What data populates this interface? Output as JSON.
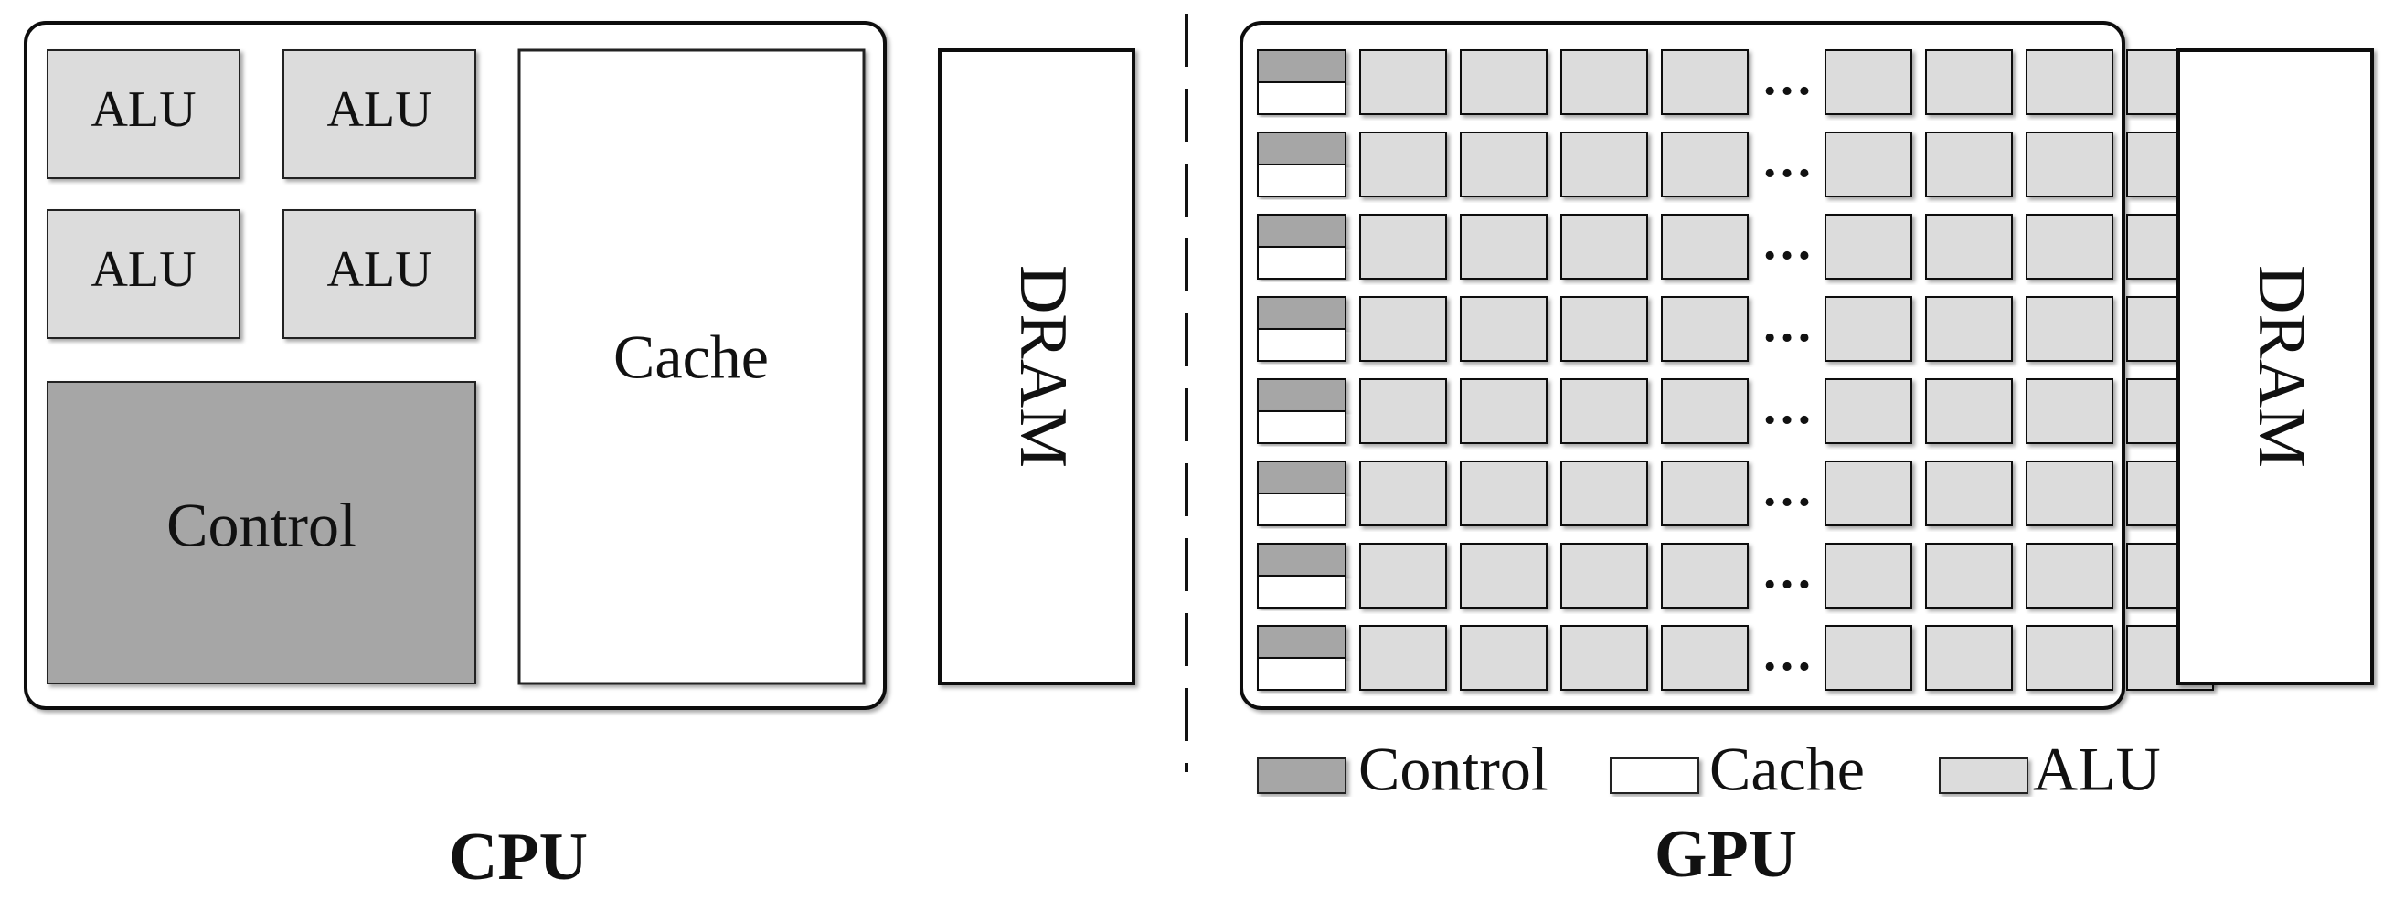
{
  "cpu": {
    "title": "CPU",
    "alus": [
      "ALU",
      "ALU",
      "ALU",
      "ALU"
    ],
    "control": "Control",
    "cache": "Cache",
    "dram": "DRAM"
  },
  "gpu": {
    "title": "GPU",
    "rows": 8,
    "alus_per_row_shown": 8,
    "ellipsis": "…",
    "dram": "DRAM"
  },
  "legend": [
    {
      "key": "control",
      "label": "Control",
      "color": "#a6a6a6"
    },
    {
      "key": "cache",
      "label": "Cache",
      "color": "#ffffff"
    },
    {
      "key": "alu",
      "label": "ALU",
      "color": "#dcdcdc"
    }
  ],
  "colors": {
    "control": "#a6a6a6",
    "cache": "#ffffff",
    "alu": "#dcdcdc",
    "stroke": "#111111"
  }
}
